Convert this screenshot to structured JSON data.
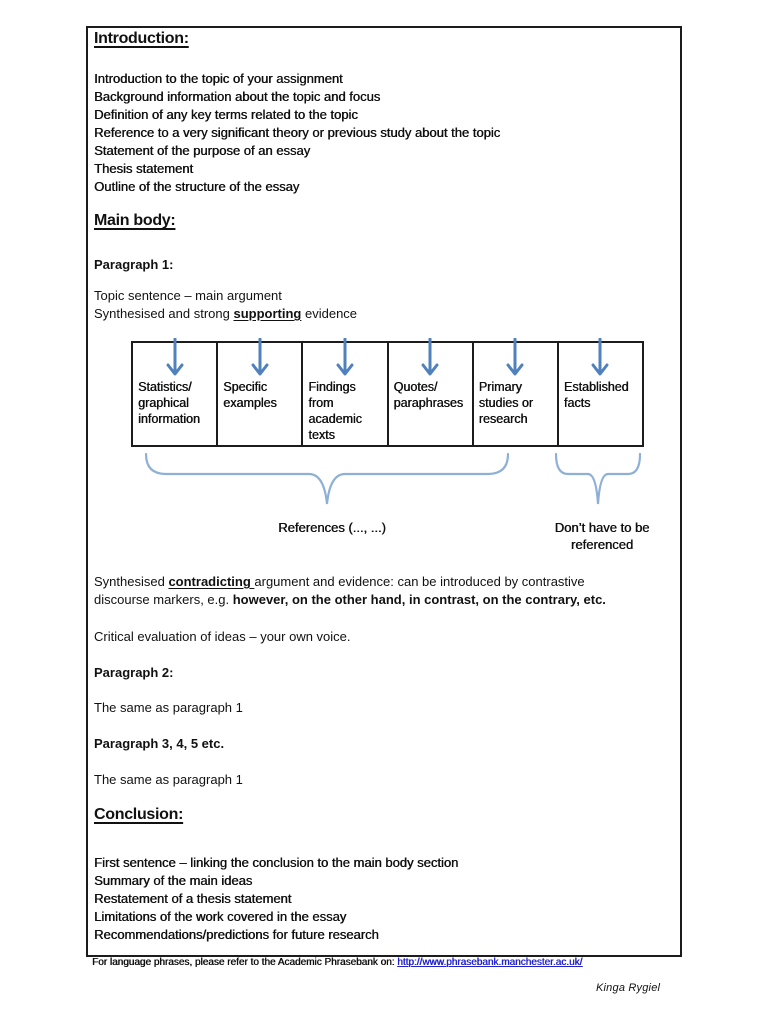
{
  "intro": {
    "heading": "Introduction:",
    "lines": [
      "Introduction to the topic of your assignment",
      "Background information about the topic and focus",
      "Definition of any key terms related to the topic",
      "Reference to a very significant theory or previous study about the topic",
      "Statement of the purpose of an essay",
      "Thesis statement",
      "Outline of the structure of the essay"
    ]
  },
  "main_body": {
    "heading": "Main body:",
    "paragraph1_label": "Paragraph 1:",
    "topic_sentence": "Topic sentence – main argument",
    "evidence_prefix": "Synthesised and strong ",
    "evidence_bold": "supporting",
    "evidence_suffix": " evidence"
  },
  "diagram": {
    "boxes": [
      "Statistics/\ngraphical\ninformation",
      "Specific\nexamples",
      "Findings\nfrom\nacademic\ntexts",
      "Quotes/\nparaphrases",
      "Primary\nstudies or\nresearch",
      "Established\nfacts"
    ],
    "references_label": "References (..., ...)",
    "no_reference_label": "Don’t have to be\nreferenced"
  },
  "contradicting": {
    "line1_prefix": "Synthesised ",
    "line1_bold": "contradicting ",
    "line1_rest": "argument and evidence: can be introduced by contrastive",
    "line2_prefix": "discourse markers, e.g. ",
    "line2_bold": "however, on the other hand, in contrast, on the contrary, etc."
  },
  "body2": {
    "critical": "Critical evaluation of ideas – your own voice.",
    "paragraph2_label": "Paragraph 2:",
    "same_as_1": "The same as paragraph 1",
    "paragraph345_label": "Paragraph 3, 4, 5 etc.",
    "same_as_2": "The same as paragraph 1"
  },
  "conclusion": {
    "heading": "Conclusion:",
    "lines": [
      "First sentence – linking the conclusion to the main body section",
      "Summary of the main ideas",
      "Restatement of a thesis statement",
      "Limitations of the work covered in the essay",
      "Recommendations/predictions for future research"
    ]
  },
  "footer": {
    "text": "For language phrases, please refer to the Academic Phrasebank on: ",
    "link": "http://www.phrasebank.manchester.ac.uk/",
    "author": "Kinga Rygiel"
  },
  "colors": {
    "arrow": "#4f81bd",
    "brace": "#8eb0d6",
    "link": "#2222cc"
  }
}
